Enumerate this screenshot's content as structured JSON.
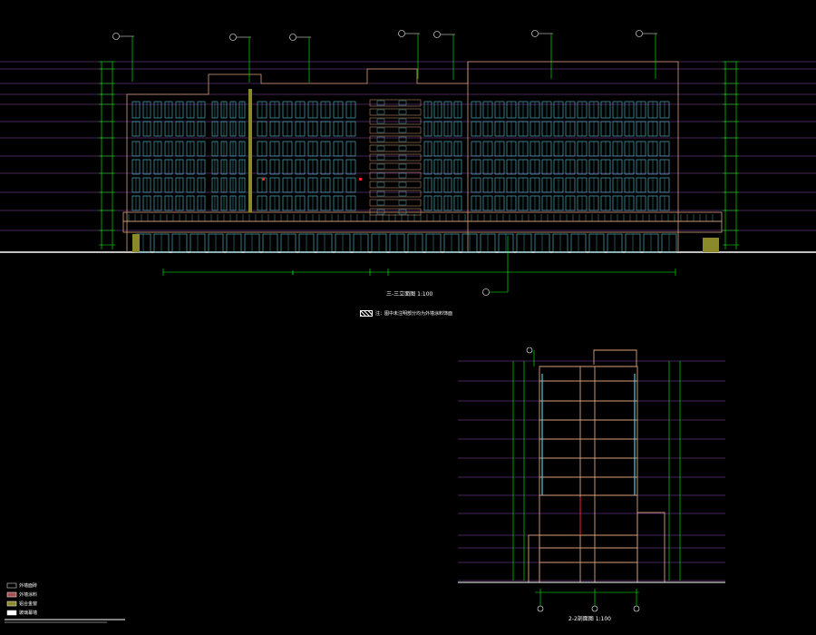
{
  "drawing": {
    "background": "#000000",
    "colors": {
      "level_line": "#8e44ad",
      "grid_green": "#00ff00",
      "glazing": "#56c8d8",
      "outline": "#d9a07a",
      "white": "#ffffff",
      "red": "#ff2020",
      "yellow": "#e0c000",
      "olive": "#8a8a2a"
    }
  },
  "elevation": {
    "title": "三-三立面图 1:100",
    "note": "注：图中未注明部分均为外墙涂料饰面"
  },
  "section": {
    "title": "2-2剖面图 1:100"
  },
  "legend": {
    "items": [
      "外墙面砖",
      "外墙涂料",
      "铝合金窗",
      "玻璃幕墙"
    ]
  }
}
